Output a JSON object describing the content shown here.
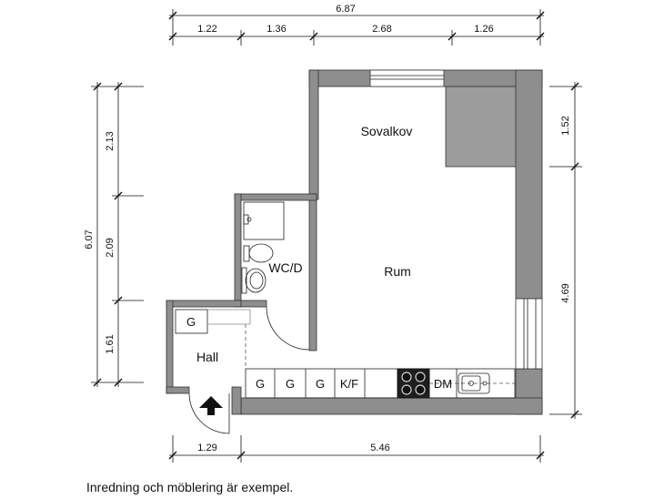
{
  "dimensions": {
    "top": {
      "total": "6.87",
      "segments": [
        "1.22",
        "1.36",
        "2.68",
        "1.26"
      ]
    },
    "left": {
      "total": "6.07",
      "segments": [
        "2.13",
        "2.09",
        "1.61"
      ]
    },
    "right": {
      "segments": [
        "1.52",
        "4.69"
      ]
    },
    "bottom": {
      "segments": [
        "1.29",
        "5.46"
      ]
    }
  },
  "rooms": {
    "sovalkov": "Sovalkov",
    "rum": "Rum",
    "wc": "WC/D",
    "hall": "Hall"
  },
  "hall_closet": "G",
  "kitchen": {
    "units": [
      "G",
      "G",
      "G",
      "K/F"
    ],
    "dishwasher": "DM"
  },
  "caption": "Inredning och möblering är exempel.",
  "colors": {
    "wall": "#8e8e8e",
    "alcove": "#9c9c9c",
    "stove": "#1e1e1e"
  }
}
